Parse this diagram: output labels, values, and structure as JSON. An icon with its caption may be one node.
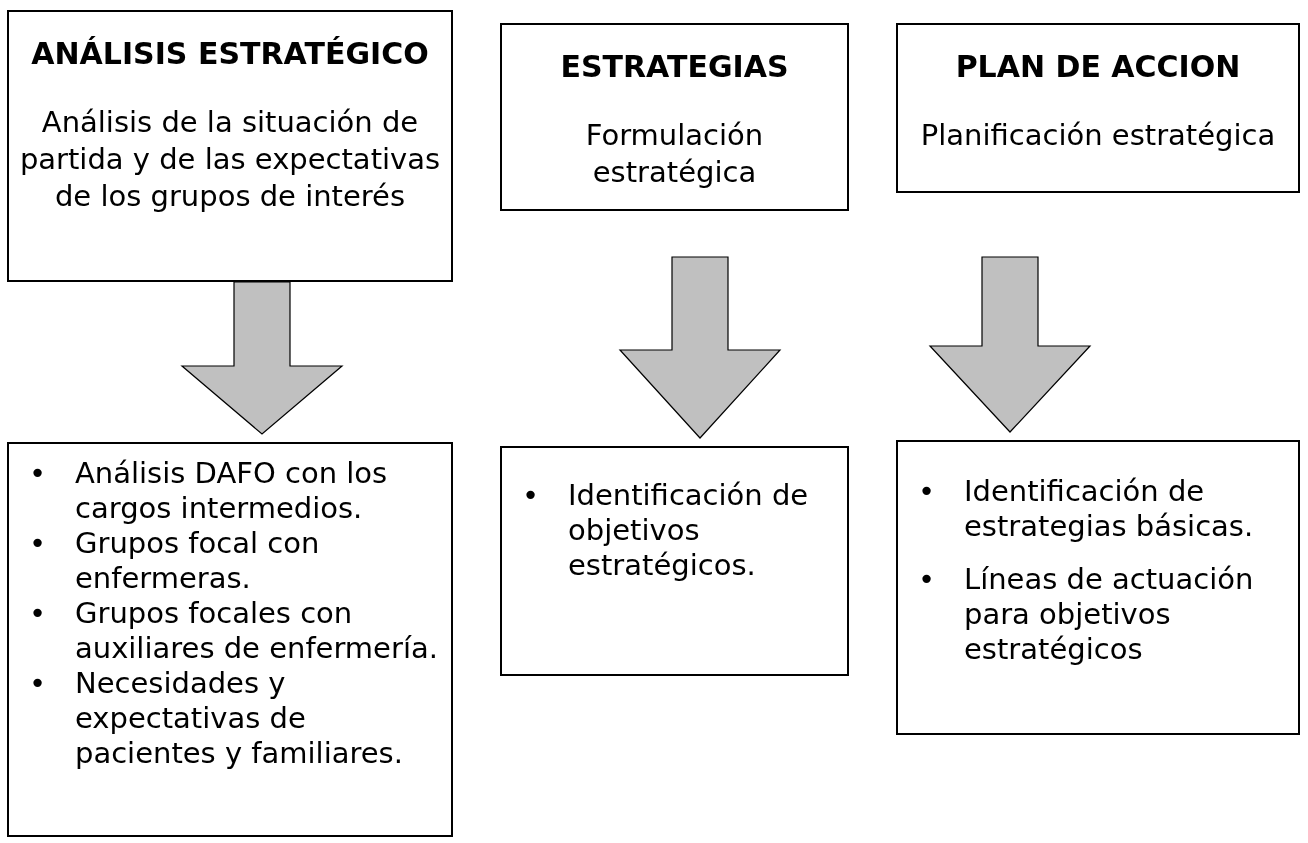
{
  "diagram": {
    "nodes": [
      {
        "text": [
          "ANÁLISIS ESTRATÉGICO",
          "Análisis de la situación de partida y de las expectativas de los grupos de interés"
        ]
      },
      {
        "text": [
          "ESTRATEGIAS",
          "Formulación estratégica"
        ]
      },
      {
        "text": [
          "PLAN DE ACCION",
          "Planificación estratégica"
        ]
      },
      {
        "text": [
          "•",
          "Análisis DAFO con los cargos intermedios.",
          "•",
          "Grupos focal con enfermeras.",
          "•",
          "Grupos focales con auxiliares de enfermería.",
          "•",
          "Necesidades y expectativas de pacientes y familiares."
        ]
      },
      {
        "text": [
          "•",
          "Identificación de objetivos estratégicos."
        ]
      },
      {
        "text": [
          "•",
          "Identificación de estrategias básicas.",
          "•",
          "Líneas de actuación para objetivos estratégicos"
        ]
      }
    ],
    "edges": [
      {
        "from": 0,
        "to": 3,
        "arrow": "to"
      },
      {
        "from": 1,
        "to": 4,
        "arrow": "to"
      },
      {
        "from": 2,
        "to": 5,
        "arrow": "to"
      }
    ]
  }
}
